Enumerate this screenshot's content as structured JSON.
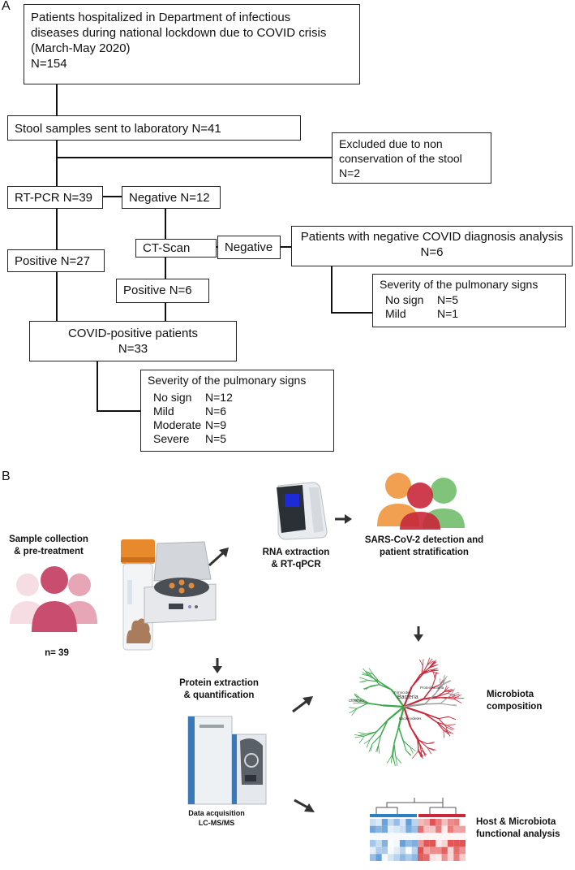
{
  "panelA": {
    "label": "A",
    "top_box": [
      "Patients hospitalized in Department of infectious",
      "diseases during national lockdown due to COVID crisis",
      "(March-May 2020)",
      "N=154"
    ],
    "stool": "Stool samples sent to laboratory N=41",
    "excluded": [
      "Excluded due to non",
      "conservation of the stool",
      "N=2"
    ],
    "rtpcr": "RT-PCR N=39",
    "negative12": "Negative N=12",
    "ctscan": "CT-Scan",
    "negative": "Negative",
    "neg_diag": [
      "Patients with negative COVID diagnosis analysis",
      "N=6"
    ],
    "positive27": "Positive N=27",
    "positive6": "Positive N=6",
    "covid_pos": [
      "COVID-positive patients",
      "N=33"
    ],
    "sev_small": {
      "title": "Severity of the pulmonary signs",
      "rows": [
        [
          "No sign",
          "N=5"
        ],
        [
          "Mild",
          "N=1"
        ]
      ]
    },
    "sev_big": {
      "title": "Severity of the pulmonary signs",
      "rows": [
        [
          "No sign",
          "N=12"
        ],
        [
          "Mild",
          "N=6"
        ],
        [
          "Moderate",
          "N=9"
        ],
        [
          "Severe",
          "N=5"
        ]
      ]
    }
  },
  "panelB": {
    "label": "B",
    "sample_collection": [
      "Sample collection",
      "& pre-treatment"
    ],
    "n39": "n= 39",
    "rna": [
      "RNA extraction",
      "& RT-qPCR"
    ],
    "sars": [
      "SARS-CoV-2 detection and",
      "patient stratification"
    ],
    "protein": [
      "Protein extraction",
      "& quantification"
    ],
    "data_acq": [
      "Data acquisition",
      "LC-MS/MS"
    ],
    "microbiota": [
      "Microbiota",
      "composition"
    ],
    "host": [
      "Host & Microbiota",
      "functional analysis"
    ],
    "tree_labels": [
      "Firmicutes",
      "Bacteria",
      "Clostridia",
      "Bacteroidetes",
      "Proteobacteria"
    ],
    "colors": {
      "green": "#3aa84a",
      "red": "#c8283a",
      "blue": "#2f7fbf",
      "orange": "#f0a050",
      "pink": "#c94d6e"
    }
  }
}
